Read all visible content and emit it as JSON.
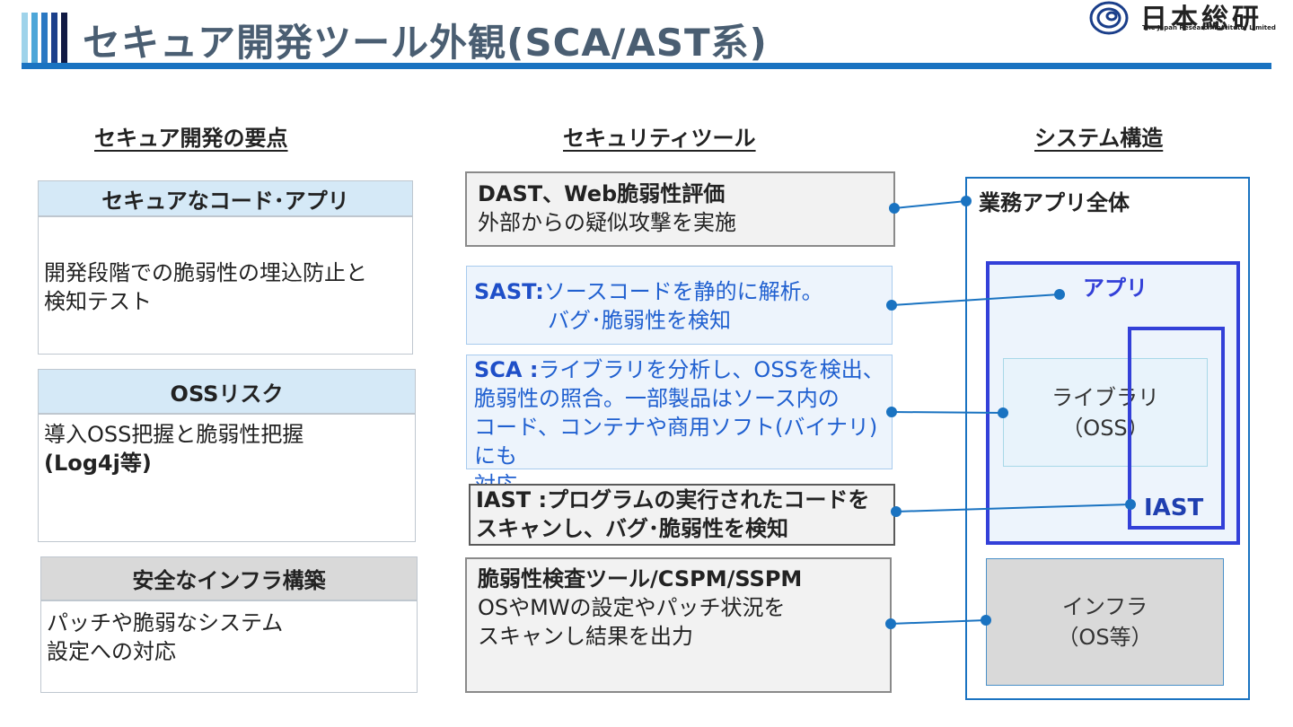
{
  "header": {
    "title": "セキュア開発ツール外観(SCA/AST系)",
    "logo_name": "日本総研",
    "logo_sub": "The Japan Research Institute, Limited"
  },
  "columns": {
    "left": "セキュア開発の要点",
    "middle": "セキュリティツール",
    "right": "システム構造"
  },
  "points": [
    {
      "title": "セキュアなコード･アプリ",
      "line1": "開発段階での脆弱性の埋込防止と",
      "line2": "検知テスト",
      "bold_line": ""
    },
    {
      "title": "OSSリスク",
      "line1": "導入OSS把握と脆弱性把握",
      "line2": "",
      "bold_line": "(Log4j等)"
    },
    {
      "title": "安全なインフラ構築",
      "line1": "パッチや脆弱なシステム",
      "line2": "設定への対応",
      "bold_line": ""
    }
  ],
  "tools": {
    "dast": {
      "head": "DAST、Web脆弱性評価",
      "body": "外部からの疑似攻撃を実施"
    },
    "sast": {
      "head": "SAST:",
      "line1": "ソースコードを静的に解析。",
      "line2": "バグ･脆弱性を検知"
    },
    "sca": {
      "head": "SCA :",
      "line1": "ライブラリを分析し、OSSを検出、",
      "line2": "脆弱性の照合。一部製品はソース内の",
      "line3": "コード、コンテナや商用ソフト(バイナリ)にも",
      "line4": "対応"
    },
    "iast": {
      "line1": "IAST :プログラムの実行されたコードを",
      "line2": "スキャンし、バグ･脆弱性を検知"
    },
    "vuln": {
      "head": "脆弱性検査ツール/CSPM/SSPM",
      "line1": "OSやMWの設定やパッチ状況を",
      "line2": "スキャンし結果を出力"
    }
  },
  "system": {
    "whole": "業務アプリ全体",
    "app": "アプリ",
    "library": "ライブラリ",
    "library_sub": "（OSS）",
    "iast": "IAST",
    "infra": "インフラ",
    "infra_sub": "（OS等）"
  },
  "colors": {
    "title": "#4a5e72",
    "rule": "#1a73c1",
    "accent_blue": "#3340d8",
    "link": "#1a73c1",
    "head_blue": "#d5e9f7",
    "head_gray": "#d9d9d9"
  }
}
